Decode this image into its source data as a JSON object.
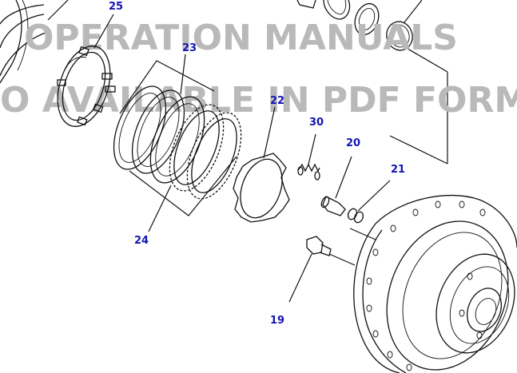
{
  "watermark": {
    "line1": "OPERATION MANUALS",
    "line2": "O AVAILABLE IN PDF FORMAT"
  },
  "callouts": {
    "c25": "25",
    "c23": "23",
    "c22": "22",
    "c30": "30",
    "c20": "20",
    "c21": "21",
    "c24": "24",
    "c19": "19"
  },
  "colors": {
    "callout": "#1414b4",
    "watermark": "#b9b9b9",
    "linework": "#111111"
  }
}
